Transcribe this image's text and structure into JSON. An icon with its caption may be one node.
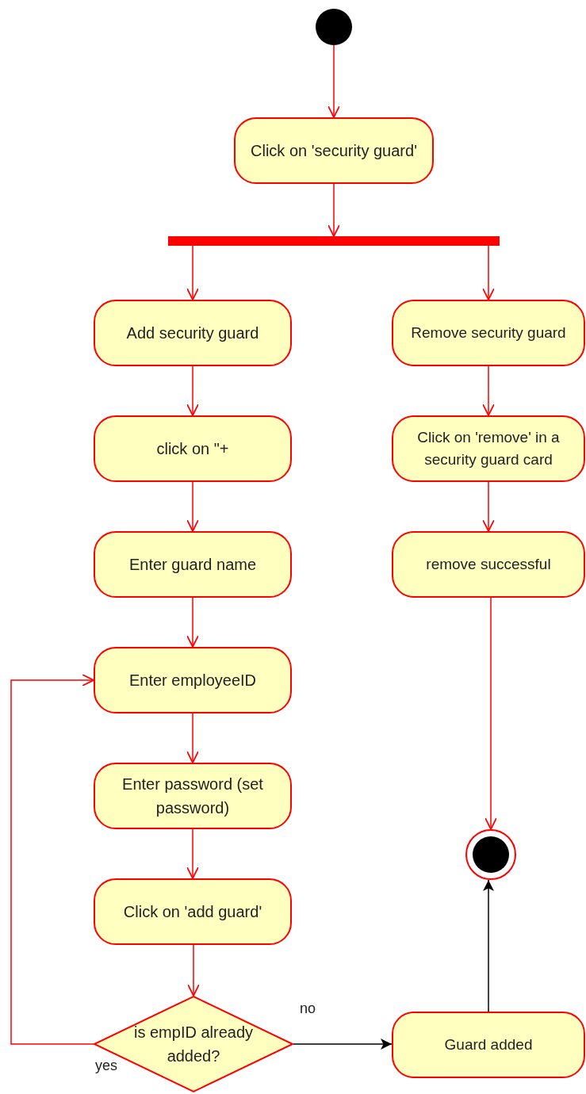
{
  "diagram": {
    "nodes": [
      {
        "text": [],
        "shape": "circle"
      },
      {
        "text": [
          "Click on 'security guard'"
        ]
      },
      {
        "text": [],
        "shape": "bar"
      },
      {
        "text": [
          "Add security guard"
        ]
      },
      {
        "text": [
          "Remove security guard"
        ]
      },
      {
        "text": [
          "click on \"+"
        ]
      },
      {
        "text": [
          "Click on 'remove' in a security guard card"
        ]
      },
      {
        "text": [
          "Enter guard name"
        ]
      },
      {
        "text": [
          "remove successful"
        ]
      },
      {
        "text": [
          "Enter employeeID"
        ]
      },
      {
        "text": [
          "Enter password (set password)"
        ]
      },
      {
        "text": [
          "Click on 'add guard'"
        ]
      },
      {
        "text": [
          "is empID already added?"
        ]
      },
      {
        "text": [],
        "shape": "bullseye"
      },
      {
        "text": [
          "Guard added"
        ]
      }
    ],
    "edges": [
      {
        "from": 0,
        "to": 1,
        "arrow": "to"
      },
      {
        "from": 1,
        "to": 2,
        "arrow": "to"
      },
      {
        "from": 2,
        "to": 3,
        "arrow": "to"
      },
      {
        "from": 2,
        "to": 4,
        "arrow": "to"
      },
      {
        "from": 3,
        "to": 5,
        "arrow": "to"
      },
      {
        "from": 5,
        "to": 7,
        "arrow": "to"
      },
      {
        "from": 7,
        "to": 9,
        "arrow": "to"
      },
      {
        "from": 9,
        "to": 10,
        "arrow": "to"
      },
      {
        "from": 10,
        "to": 11,
        "arrow": "to"
      },
      {
        "from": 11,
        "to": 12,
        "arrow": "to"
      },
      {
        "from": 12,
        "to": 9,
        "arrow": "to",
        "label": "yes"
      },
      {
        "from": 12,
        "to": 14,
        "arrow": "to",
        "label": "no",
        "color": "#000000"
      },
      {
        "from": 14,
        "to": 13,
        "arrow": "to",
        "color": "#000000"
      },
      {
        "from": 4,
        "to": 6,
        "arrow": "to"
      },
      {
        "from": 6,
        "to": 8,
        "arrow": "to"
      },
      {
        "from": 8,
        "to": 13,
        "arrow": "to"
      }
    ]
  }
}
